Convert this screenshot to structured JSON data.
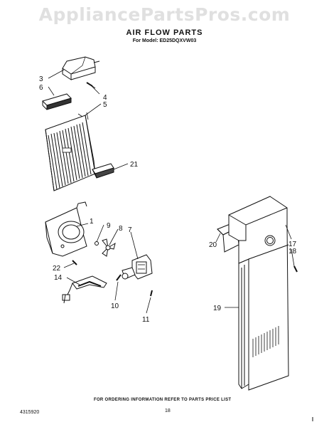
{
  "watermark": "AppliancePartsPros.com",
  "header": {
    "title": "AIR FLOW PARTS",
    "model": "For Model: ED25DQXVW03"
  },
  "callouts": [
    {
      "id": "c3",
      "text": "3"
    },
    {
      "id": "c6",
      "text": "6"
    },
    {
      "id": "c4",
      "text": "4"
    },
    {
      "id": "c5",
      "text": "5"
    },
    {
      "id": "c21",
      "text": "21"
    },
    {
      "id": "c1",
      "text": "1"
    },
    {
      "id": "c9",
      "text": "9"
    },
    {
      "id": "c8",
      "text": "8"
    },
    {
      "id": "c7",
      "text": "7"
    },
    {
      "id": "c22",
      "text": "22"
    },
    {
      "id": "c14",
      "text": "14"
    },
    {
      "id": "c10",
      "text": "10"
    },
    {
      "id": "c11",
      "text": "11"
    },
    {
      "id": "c20",
      "text": "20"
    },
    {
      "id": "c17",
      "text": "17"
    },
    {
      "id": "c18",
      "text": "18"
    },
    {
      "id": "c19",
      "text": "19"
    }
  ],
  "footer": {
    "order_note": "FOR ORDERING INFORMATION REFER TO PARTS PRICE LIST",
    "part_number": "4315920",
    "page_number": "18"
  }
}
